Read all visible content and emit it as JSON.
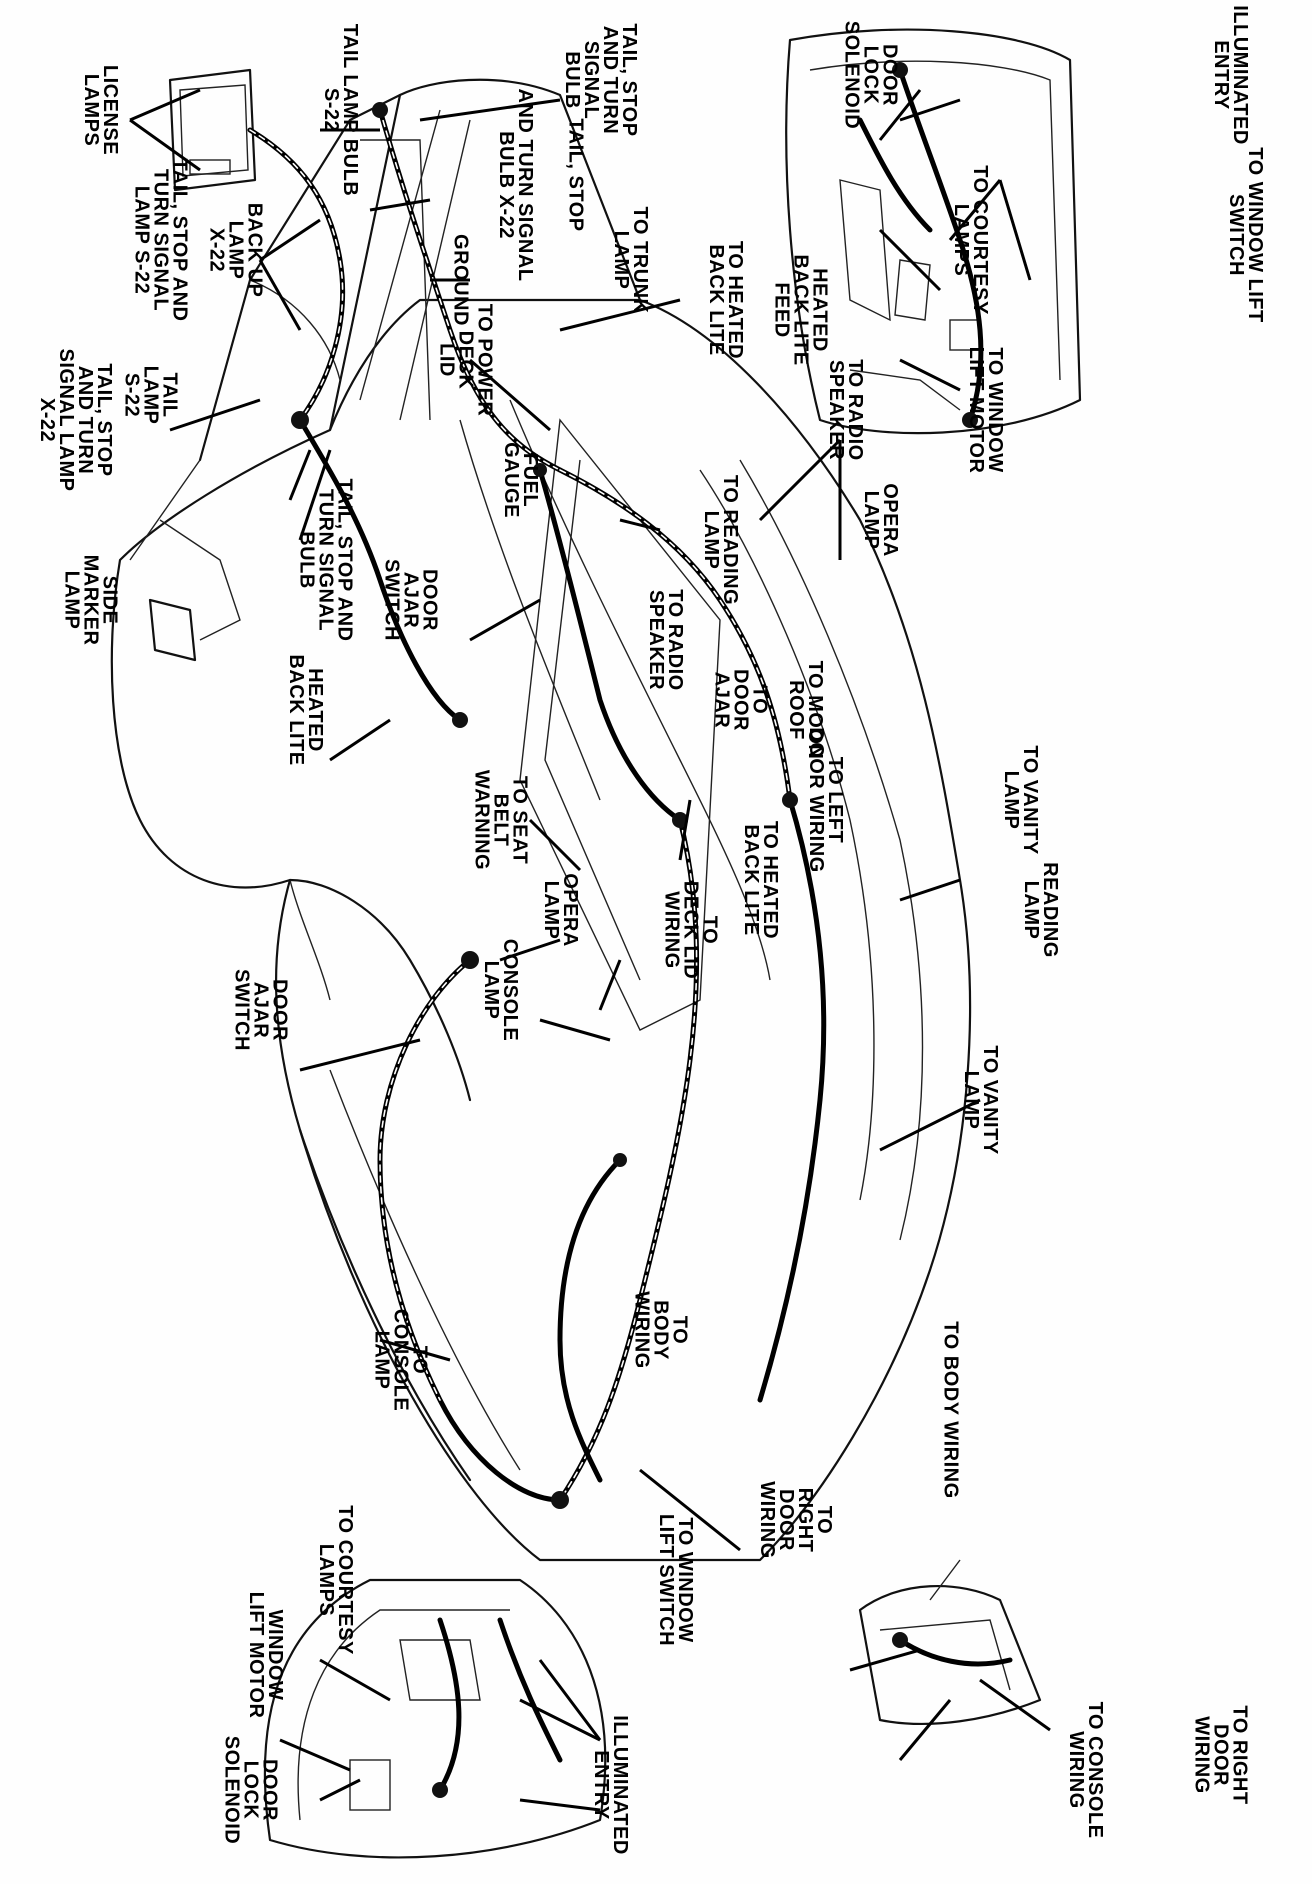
{
  "labels": {
    "license_lamps": "LICENSE\nLAMPS",
    "tail_stop_turn_signal_bulb": "TAIL, STOP\nAND TURN\nSIGNAL\nBULB",
    "tail_lamp_bulb_s22": "TAIL LAMP BULB\nS-22",
    "and_turn_signal_bulb_x22": "AND TURN SIGNAL\nBULB X-22",
    "tail_stop_left": "TAIL, STOP",
    "tail_stop_turn_signal_lamp_s22": "TAIL, STOP AND\nTURN SIGNAL\nLAMP S-22",
    "back_up_lamp_x22": "BACK UP\nLAMP\nX-22",
    "ground": "GROUND",
    "to_trunk_lamp": "TO TRUNK\nLAMP",
    "to_heated_back_lite": "TO HEATED\nBACK LITE",
    "heated_back_lite_feed": "HEATED\nBACK LITE\nFEED",
    "to_power_deck_lid": "TO POWER\nDECK\nLID",
    "tail_lamp_s22": "TAIL\nLAMP\nS-22",
    "tail_stop_turn_signal_lamp_x22": "TAIL, STOP\nAND TURN\nSIGNAL LAMP\nX-22",
    "fuel_gauge": "FUEL\nGAUGE",
    "tail_stop_turn_signal_bulb_lower": "TAIL, STOP AND\nTURN SIGNAL\nBULB",
    "side_marker_lamp": "SIDE\nMARKER\nLAMP",
    "door_ajar_switch_upper": "DOOR\nAJAR\nSWITCH",
    "to_reading_lamp": "TO READING\nLAMP",
    "to_radio_speaker_upper": "TO RADIO\nSPEAKER",
    "opera_lamp_upper": "OPERA\nLAMP",
    "to_radio_speaker_lower": "TO RADIO\nSPEAKER",
    "heated_back_lite": "HEATED\nBACK LITE",
    "to_door_ajar": "TO\nDOOR\nAJAR",
    "to_moon_roof": "TO MOON\nROOF",
    "to_left_door_wiring": "TO LEFT\nDOOR WIRING",
    "to_vanity_lamp_upper": "TO VANITY\nLAMP",
    "to_seat_belt_warning": "TO SEAT\nBELT\nWARNING",
    "to_heated_back_lite_lower": "TO HEATED\nBACK LITE",
    "reading_lamp": "READING\nLAMP",
    "opera_lamp_lower": "OPERA\nLAMP",
    "to_deck_lid_wiring": "TO\nDECK LID\nWIRING",
    "console_lamp": "CONSOLE\nLAMP",
    "door_ajar_switch_lower": "DOOR\nAJAR\nSWITCH",
    "to_vanity_lamp_lower": "TO VANITY\nLAMP",
    "to_console_lamp": "TO\nCONSOLE\nLAMP",
    "to_body_wiring_center": "TO\nBODY\nWIRING",
    "to_right_door_wiring_center": "TO\nRIGHT\nDOOR\nWIRING",
    "to_courtesy_lamps_lower": "TO COURTESY\nLAMPS",
    "window_lift_motor_lower": "WINDOW\nLIFT MOTOR",
    "to_window_lift_switch_lower": "TO WINDOW\nLIFT SWITCH",
    "door_lock_solenoid_lower": "DOOR\nLOCK\nSOLENOID",
    "illuminated_entry_lower": "ILLUMINATED\nENTRY",
    "to_body_wiring_right": "TO BODY WIRING",
    "to_console_wiring": "TO CONSOLE\nWIRING",
    "to_right_door_wiring_right": "TO RIGHT\nDOOR\nWIRING",
    "door_lock_solenoid_upper": "DOOR\nLOCK\nSOLENOID",
    "illuminated_entry_upper": "ILLUMINATED\nENTRY",
    "to_window_lift_switch_upper": "TO WINDOW LIFT\nSWITCH",
    "to_courtesy_lamps_upper": "TO COURTESY\nLAMPS",
    "to_window_lift_motor_upper": "TO WINDOW\nLIFT MOTOR"
  }
}
